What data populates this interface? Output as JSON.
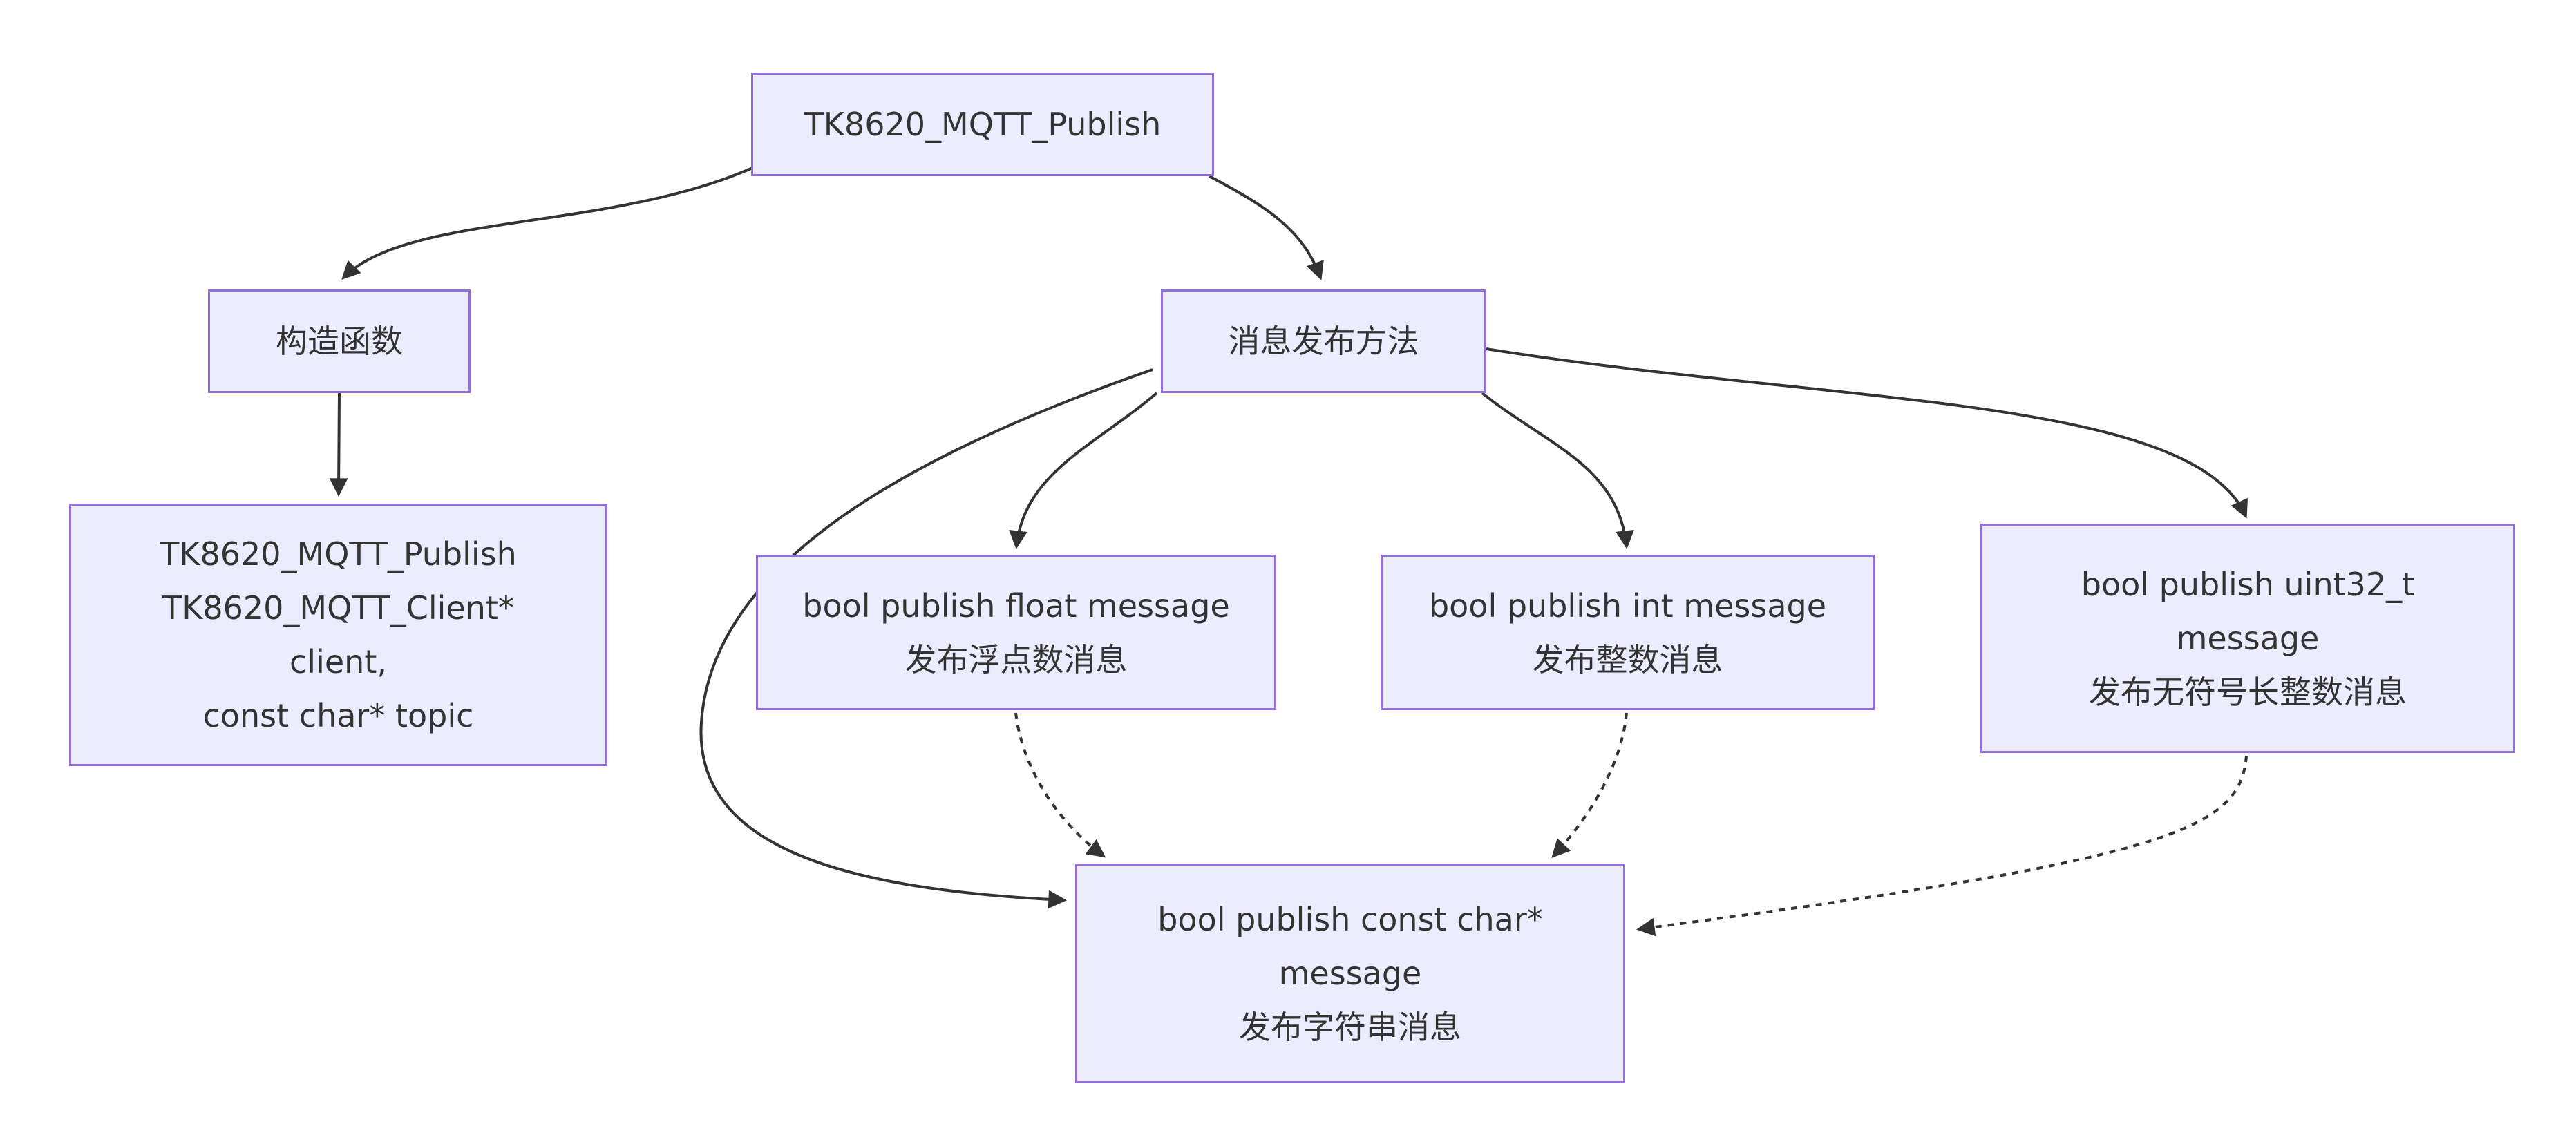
{
  "diagram": {
    "title": "TK8620_MQTT_Publish class structure flowchart",
    "background": "#FFFFFF",
    "node_fill": "#ECECFF",
    "node_border": "#9370DB",
    "edge_color": "#333333",
    "text_color": "#333333"
  },
  "nodes": {
    "root": {
      "lines": [
        "TK8620_MQTT_Publish"
      ]
    },
    "ctor": {
      "lines": [
        "构造函数"
      ]
    },
    "ctor_sig": {
      "lines": [
        "TK8620_MQTT_Publish",
        "TK8620_MQTT_Client*",
        "client,",
        "const char* topic"
      ]
    },
    "pub": {
      "lines": [
        "消息发布方法"
      ]
    },
    "float": {
      "lines": [
        "bool publish float message",
        "发布浮点数消息"
      ]
    },
    "int": {
      "lines": [
        "bool publish int message",
        "发布整数消息"
      ]
    },
    "uint": {
      "lines": [
        "bool publish uint32_t",
        "message",
        "发布无符号长整数消息"
      ]
    },
    "char": {
      "lines": [
        "bool publish const char*",
        "message",
        "发布字符串消息"
      ]
    }
  },
  "edges": [
    {
      "id": "root-to-ctor",
      "from": "TK8620_MQTT_Publish",
      "to": "构造函数",
      "style": "solid"
    },
    {
      "id": "root-to-pub",
      "from": "TK8620_MQTT_Publish",
      "to": "消息发布方法",
      "style": "solid"
    },
    {
      "id": "ctor-to-signature",
      "from": "构造函数",
      "to": "TK8620_MQTT_Publish TK8620_MQTT_Client* client, const char* topic",
      "style": "solid"
    },
    {
      "id": "pub-to-float",
      "from": "消息发布方法",
      "to": "bool publish float message 发布浮点数消息",
      "style": "solid"
    },
    {
      "id": "pub-to-int",
      "from": "消息发布方法",
      "to": "bool publish int message 发布整数消息",
      "style": "solid"
    },
    {
      "id": "pub-to-uint32",
      "from": "消息发布方法",
      "to": "bool publish uint32_t message 发布无符号长整数消息",
      "style": "solid"
    },
    {
      "id": "pub-to-string",
      "from": "消息发布方法",
      "to": "bool publish const char* message 发布字符串消息",
      "style": "solid"
    },
    {
      "id": "float-to-string",
      "from": "bool publish float message 发布浮点数消息",
      "to": "bool publish const char* message 发布字符串消息",
      "style": "dashed"
    },
    {
      "id": "int-to-string",
      "from": "bool publish int message 发布整数消息",
      "to": "bool publish const char* message 发布字符串消息",
      "style": "dashed"
    },
    {
      "id": "uint32-to-string",
      "from": "bool publish uint32_t message 发布无符号长整数消息",
      "to": "bool publish const char* message 发布字符串消息",
      "style": "dashed"
    }
  ]
}
